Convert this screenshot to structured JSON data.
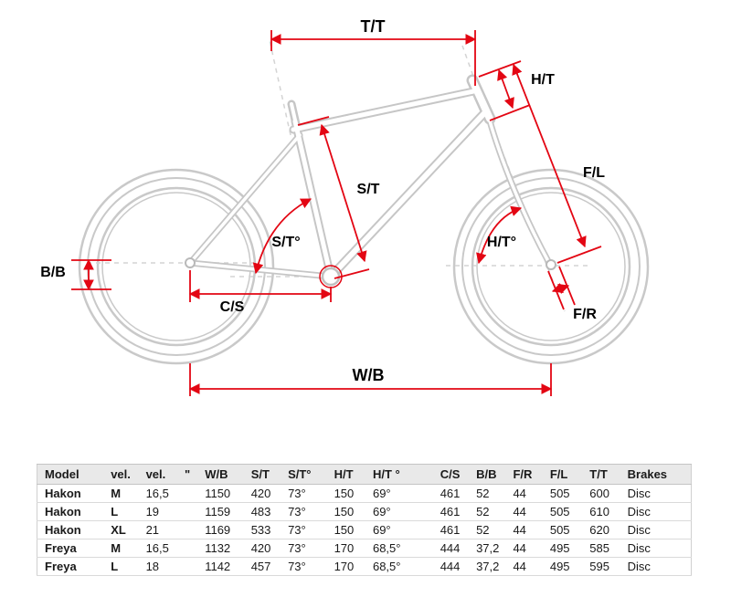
{
  "diagram": {
    "labels": {
      "top_tube": "T/T",
      "head_tube": "H/T",
      "seat_tube": "S/T",
      "seat_tube_angle": "S/T°",
      "head_tube_angle": "H/T°",
      "fork_length": "F/L",
      "fork_rake": "F/R",
      "bottom_bracket_drop": "B/B",
      "chain_stay": "C/S",
      "wheel_base": "W/B"
    },
    "colors": {
      "dimension_red": "#e30613",
      "bike_gray": "#c9c9c9",
      "construction_gray": "#d4d4d4"
    }
  },
  "table": {
    "headers": {
      "model": "Model",
      "vel_letter": "vel.",
      "vel_inches": "vel.",
      "inches_unit": "\"",
      "wb": "W/B",
      "st": "S/T",
      "st_deg": "S/T°",
      "ht": "H/T",
      "ht_deg": "H/T °",
      "cs": "C/S",
      "bb": "B/B",
      "fr": "F/R",
      "fl": "F/L",
      "tt": "T/T",
      "brakes": "Brakes"
    },
    "rows": [
      [
        "Hakon",
        "M",
        "16,5",
        "1150",
        "420",
        "73°",
        "150",
        "69°",
        "461",
        "52",
        "44",
        "505",
        "600",
        "Disc"
      ],
      [
        "Hakon",
        "L",
        "19",
        "1159",
        "483",
        "73°",
        "150",
        "69°",
        "461",
        "52",
        "44",
        "505",
        "610",
        "Disc"
      ],
      [
        "Hakon",
        "XL",
        "21",
        "1169",
        "533",
        "73°",
        "150",
        "69°",
        "461",
        "52",
        "44",
        "505",
        "620",
        "Disc"
      ],
      [
        "Freya",
        "M",
        "16,5",
        "1132",
        "420",
        "73°",
        "170",
        "68,5°",
        "444",
        "37,2",
        "44",
        "495",
        "585",
        "Disc"
      ],
      [
        "Freya",
        "L",
        "18",
        "1142",
        "457",
        "73°",
        "170",
        "68,5°",
        "444",
        "37,2",
        "44",
        "495",
        "595",
        "Disc"
      ]
    ]
  }
}
